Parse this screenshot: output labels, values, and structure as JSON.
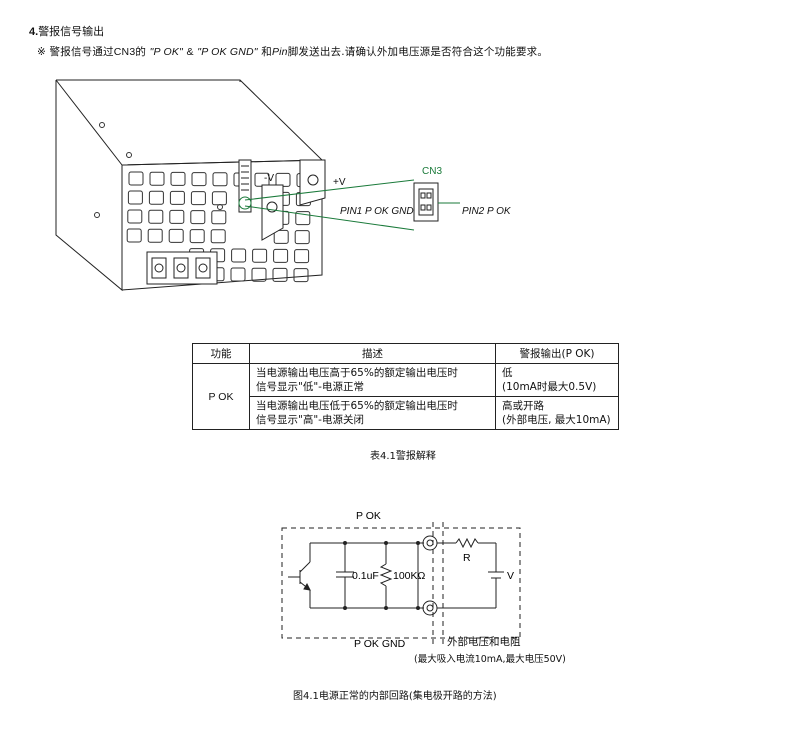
{
  "section": {
    "number": "4.",
    "title": "警报信号输出"
  },
  "note": {
    "mark": "※",
    "prefix": "警报信号通过",
    "connector": "CN3",
    "mid": "的",
    "signal1": "\"P OK\"",
    "amp": "&",
    "signal2": "\"P OK GND\"",
    "and": "和",
    "pin": "Pin",
    "suffix": "脚发送出去.请确认外加电压源是否符合这个功能要求。"
  },
  "figure_labels": {
    "cn3": "CN3",
    "minus_v": "-V",
    "plus_v": "+V",
    "pin1": "PIN1 P OK GND",
    "pin2": "PIN2 P OK"
  },
  "table": {
    "headers": [
      "功能",
      "描述",
      "警报输出(P OK)"
    ],
    "function": "P OK",
    "rows": [
      {
        "desc_line1": "当电源输出电压高于65%的额定输出电压时",
        "desc_line2": "信号显示\"低\"-电源正常",
        "out_line1": "低",
        "out_line2": "(10mA时最大0.5V)"
      },
      {
        "desc_line1": "当电源输出电压低于65%的额定输出电压时",
        "desc_line2": "信号显示\"高\"-电源关闭",
        "out_line1": "高或开路",
        "out_line2": "(外部电压, 最大10mA)"
      }
    ],
    "caption": "表4.1警报解释"
  },
  "circuit": {
    "pok_label": "P OK",
    "pokgnd_label": "P OK GND",
    "capacitor": "0.1uF",
    "resistor_internal": "100KΩ",
    "resistor_external": "R",
    "voltage": "V",
    "external_label1": "外部电压和电阻",
    "external_label2": "(最大吸入电流10mA,最大电压50V)",
    "caption": "图4.1电源正常的内部回路(集电极开路的方法)"
  }
}
